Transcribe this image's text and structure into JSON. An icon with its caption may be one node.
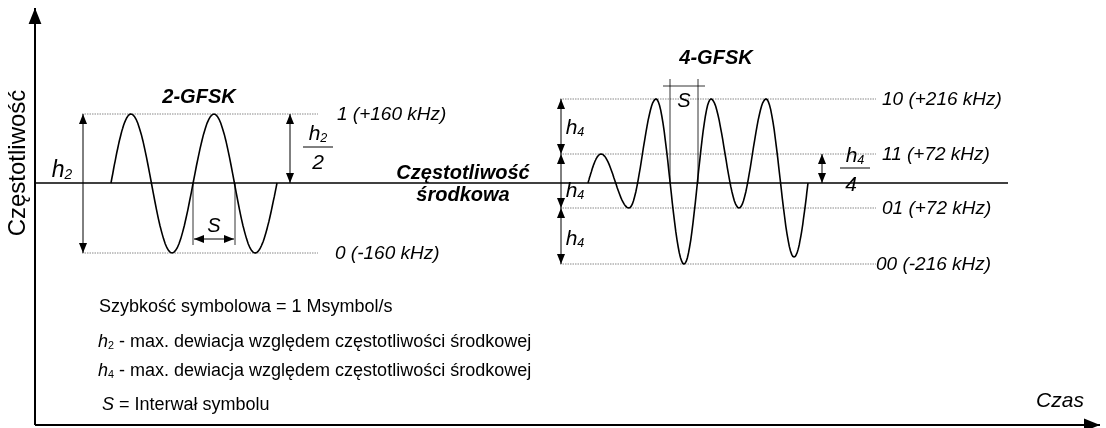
{
  "diagram": {
    "labels": [
      "Częstotliwość",
      "2-GFSK",
      "4-GFSK",
      "S",
      "10 (+216 kHz)",
      "1 (+160 kHz)",
      "h$_{4}$",
      "h$_{2}$",
      "2",
      "11 (+72 kHz)",
      "h$_{4}$",
      "Częstotliwość środkowa",
      "h$_{2}$",
      "h$_{4}$",
      "4",
      "01 (+72 kHz)",
      "S",
      "h$_{4}$",
      "0 (-160 kHz)",
      "00 (-216 kHz)",
      "Szybkość symbolowa = 1 Msymbol/s",
      "*h*$_{2}$  - max. dewiacja względem częstotliwości środkowej",
      "*h*$_{4}$  - max. dewiacja względem częstotliwości środkowej",
      "*S* = Interwał symbolu",
      "Czas"
    ]
  }
}
